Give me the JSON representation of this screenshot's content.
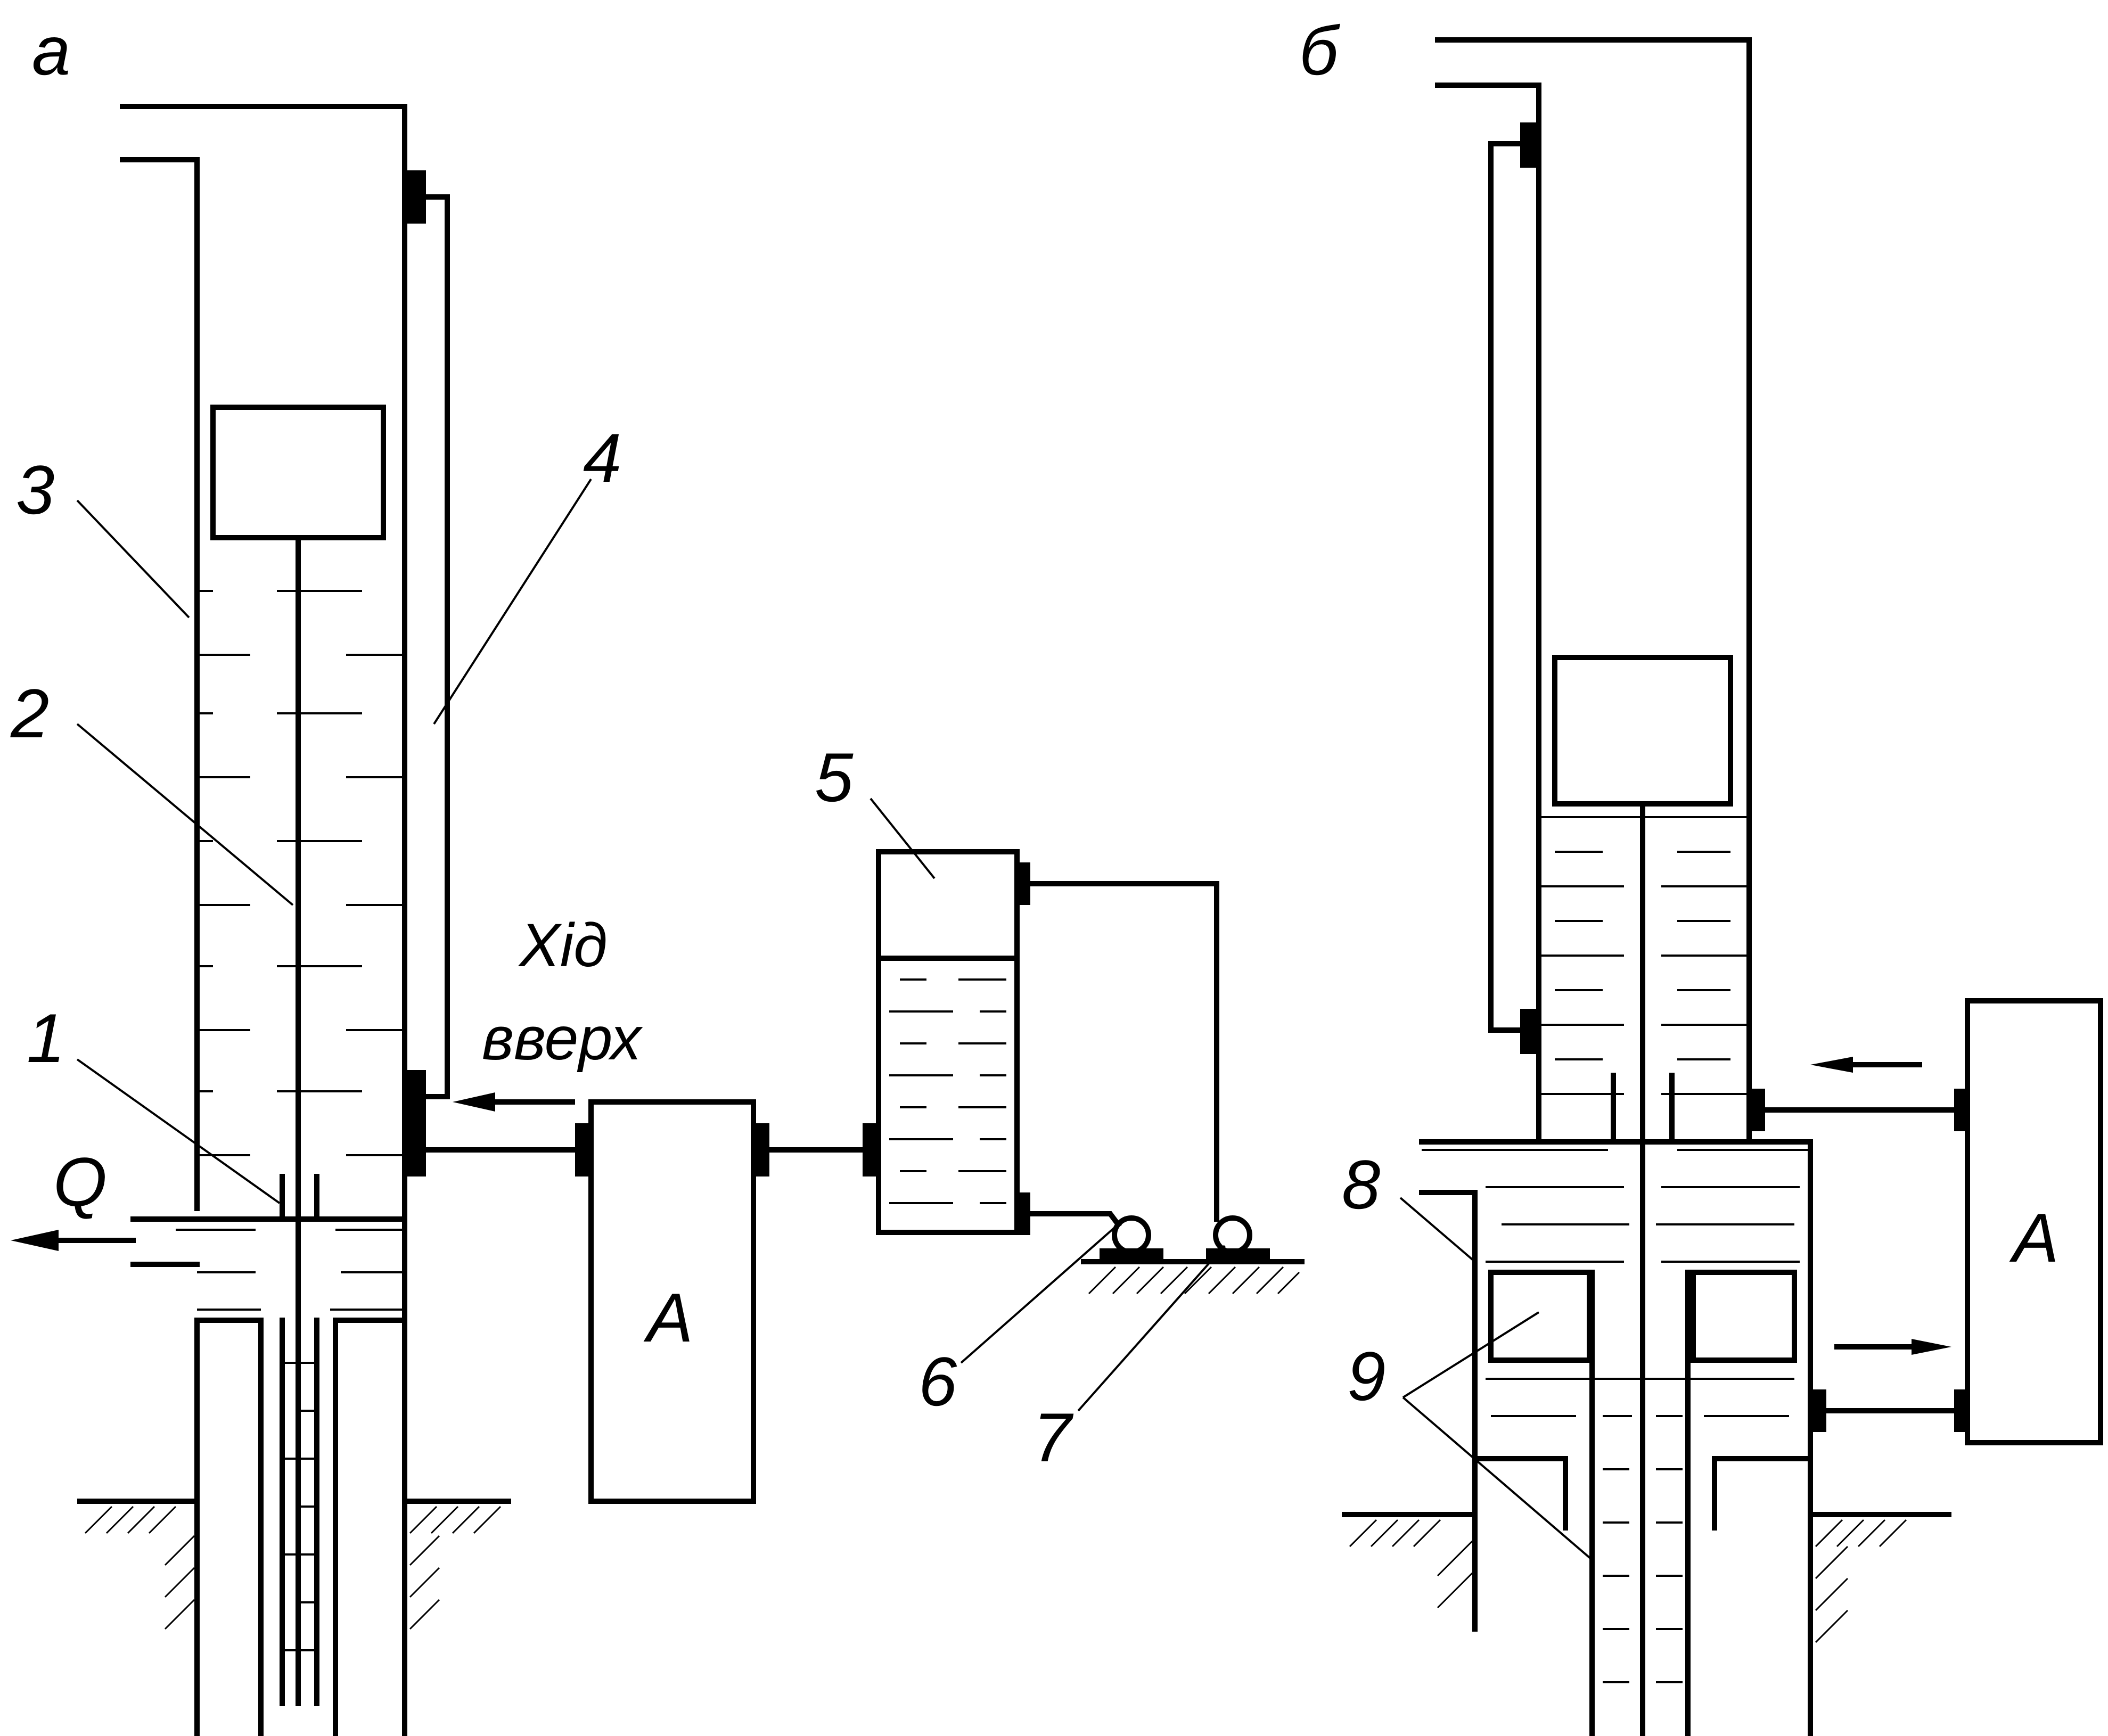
{
  "panels": {
    "a": {
      "letter": "а"
    },
    "b": {
      "letter": "б"
    }
  },
  "labels": {
    "n1": "1",
    "n2": "2",
    "n3": "3",
    "n4": "4",
    "n5": "5",
    "n6": "6",
    "n7": "7",
    "n8": "8",
    "n9": "9",
    "flow": "Q",
    "stroke_line1": "Хід",
    "stroke_line2": "вверх",
    "accumulator_a": "А",
    "accumulator_b": "А"
  }
}
